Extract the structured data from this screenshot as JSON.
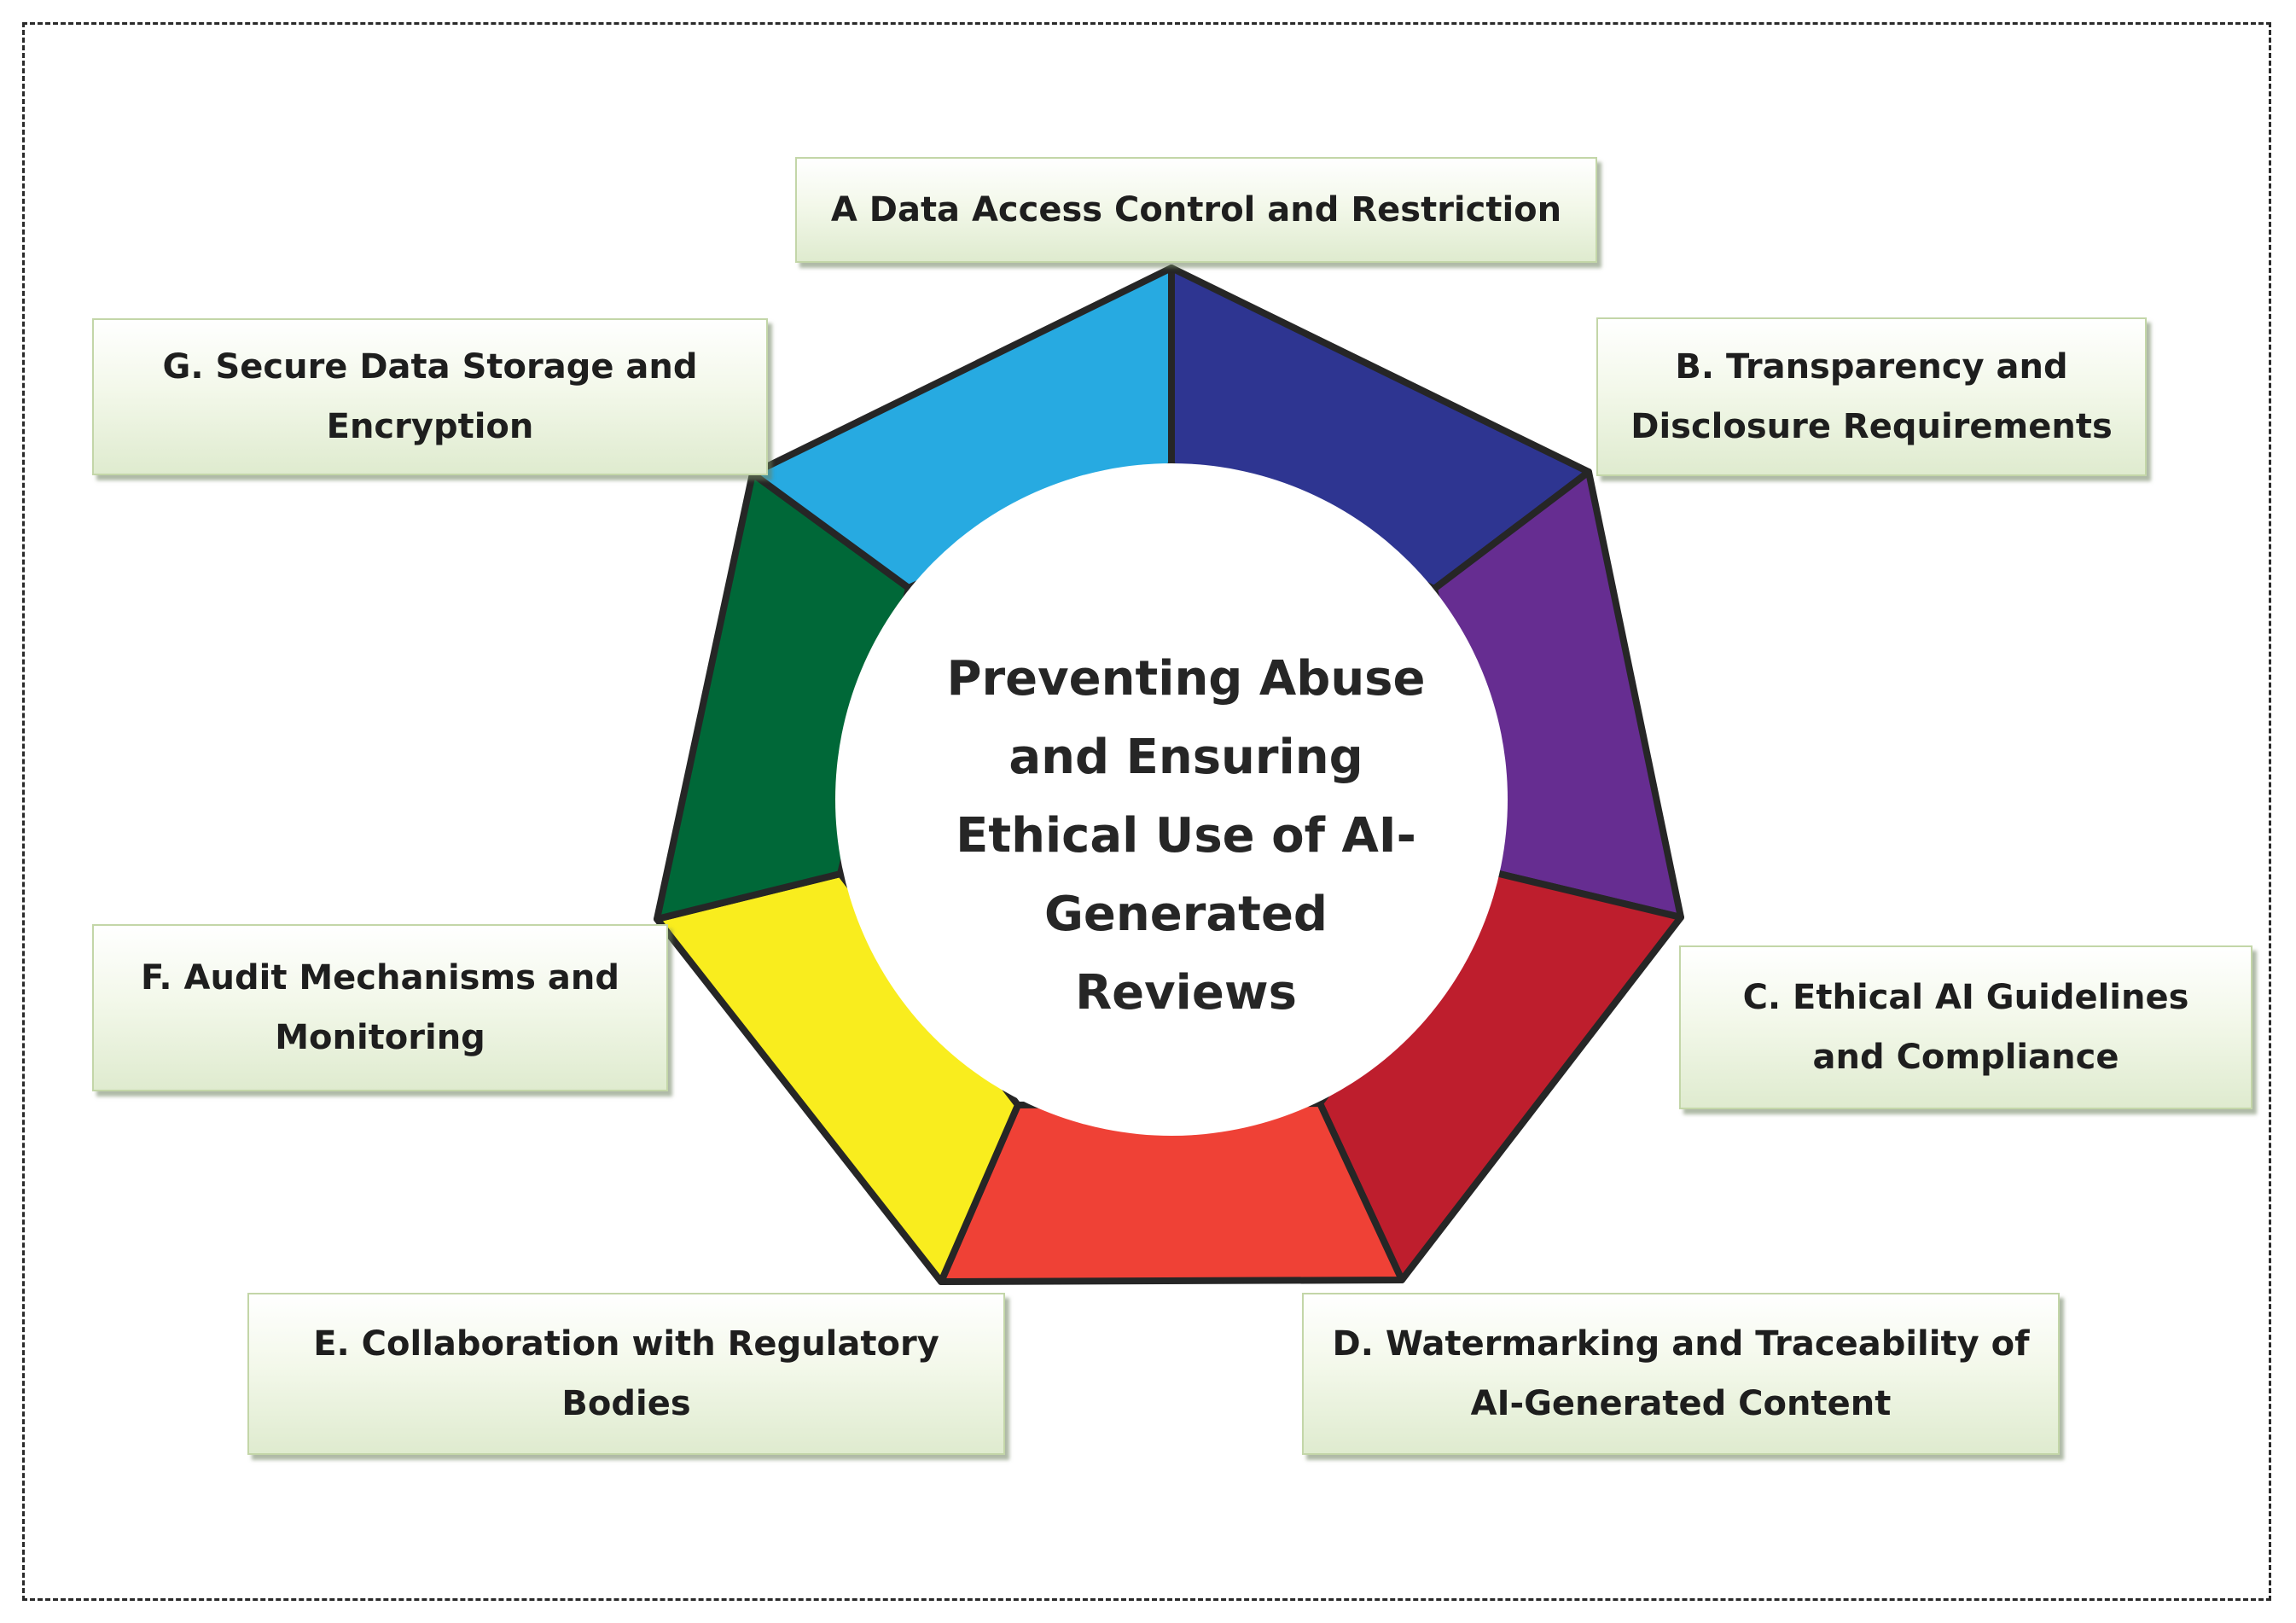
{
  "diagram": {
    "center_title": "Preventing Abuse and Ensuring Ethical Use of AI-Generated Reviews",
    "segments": [
      {
        "id": "A",
        "label": "A Data Access Control and Restriction",
        "color": "#2E3591"
      },
      {
        "id": "B",
        "label": "B. Transparency and Disclosure Requirements",
        "color": "#662D91"
      },
      {
        "id": "C",
        "label": "C. Ethical AI Guidelines and Compliance",
        "color": "#BE1E2D"
      },
      {
        "id": "D",
        "label": "D. Watermarking and Traceability of AI-Generated Content",
        "color": "#EF4136"
      },
      {
        "id": "E",
        "label": "E. Collaboration with Regulatory Bodies",
        "color": "#F9ED1E"
      },
      {
        "id": "F",
        "label": "F. Audit Mechanisms and Monitoring",
        "color": "#006838"
      },
      {
        "id": "G",
        "label": "G. Secure Data Storage and Encryption",
        "color": "#27AAE1"
      }
    ]
  }
}
